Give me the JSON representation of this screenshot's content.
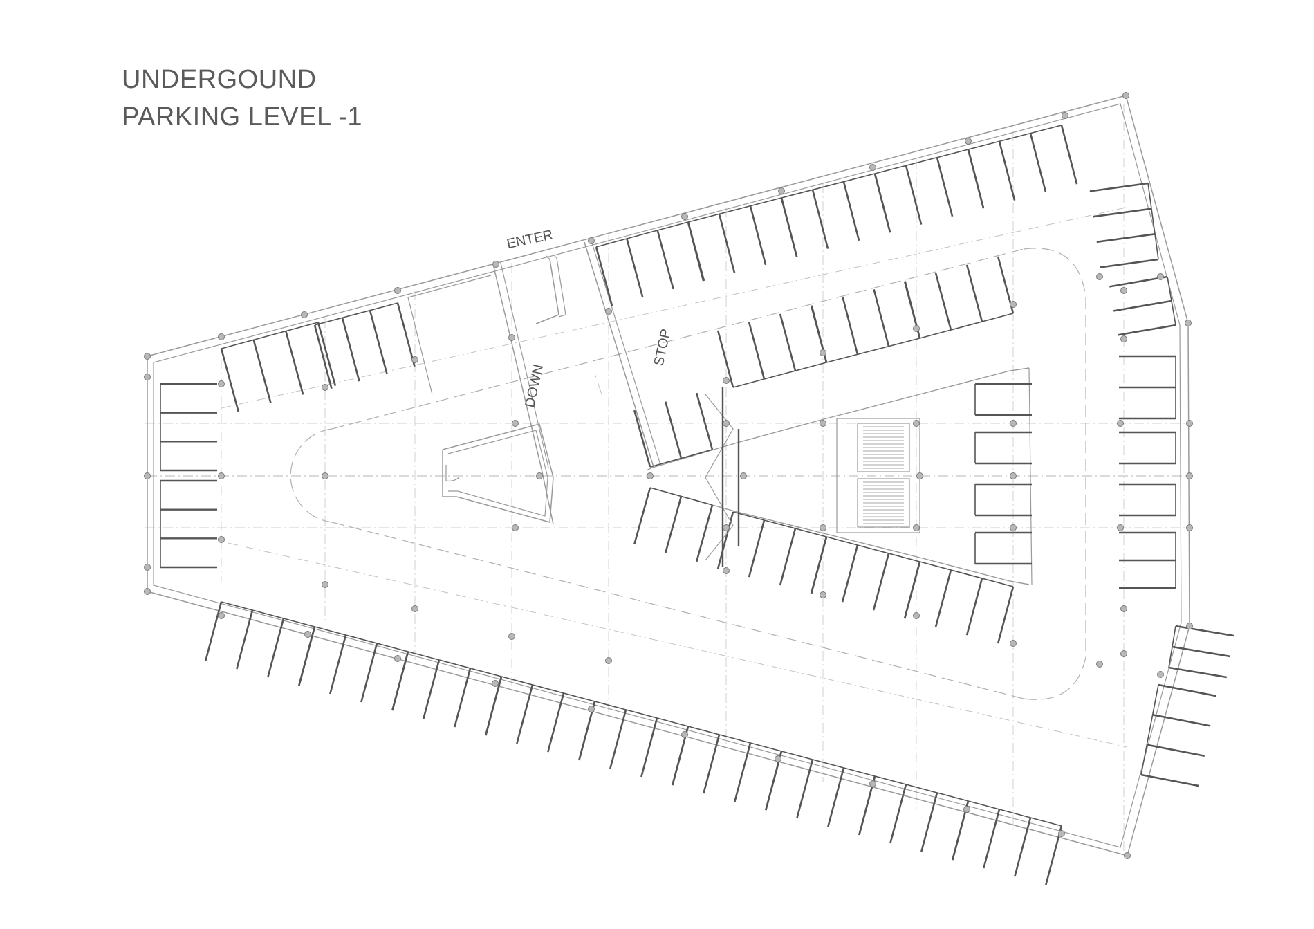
{
  "title": {
    "line1": "UNDERGOUND",
    "line2": "PARKING LEVEL -1"
  },
  "labels": {
    "enter": "ENTER",
    "down": "DOWN",
    "stop": "STOP"
  },
  "colors": {
    "background": "#ffffff",
    "wall": "#9a9a9a",
    "stall": "#555555",
    "column": "#9a9a9a",
    "text": "#5a5a5a"
  }
}
